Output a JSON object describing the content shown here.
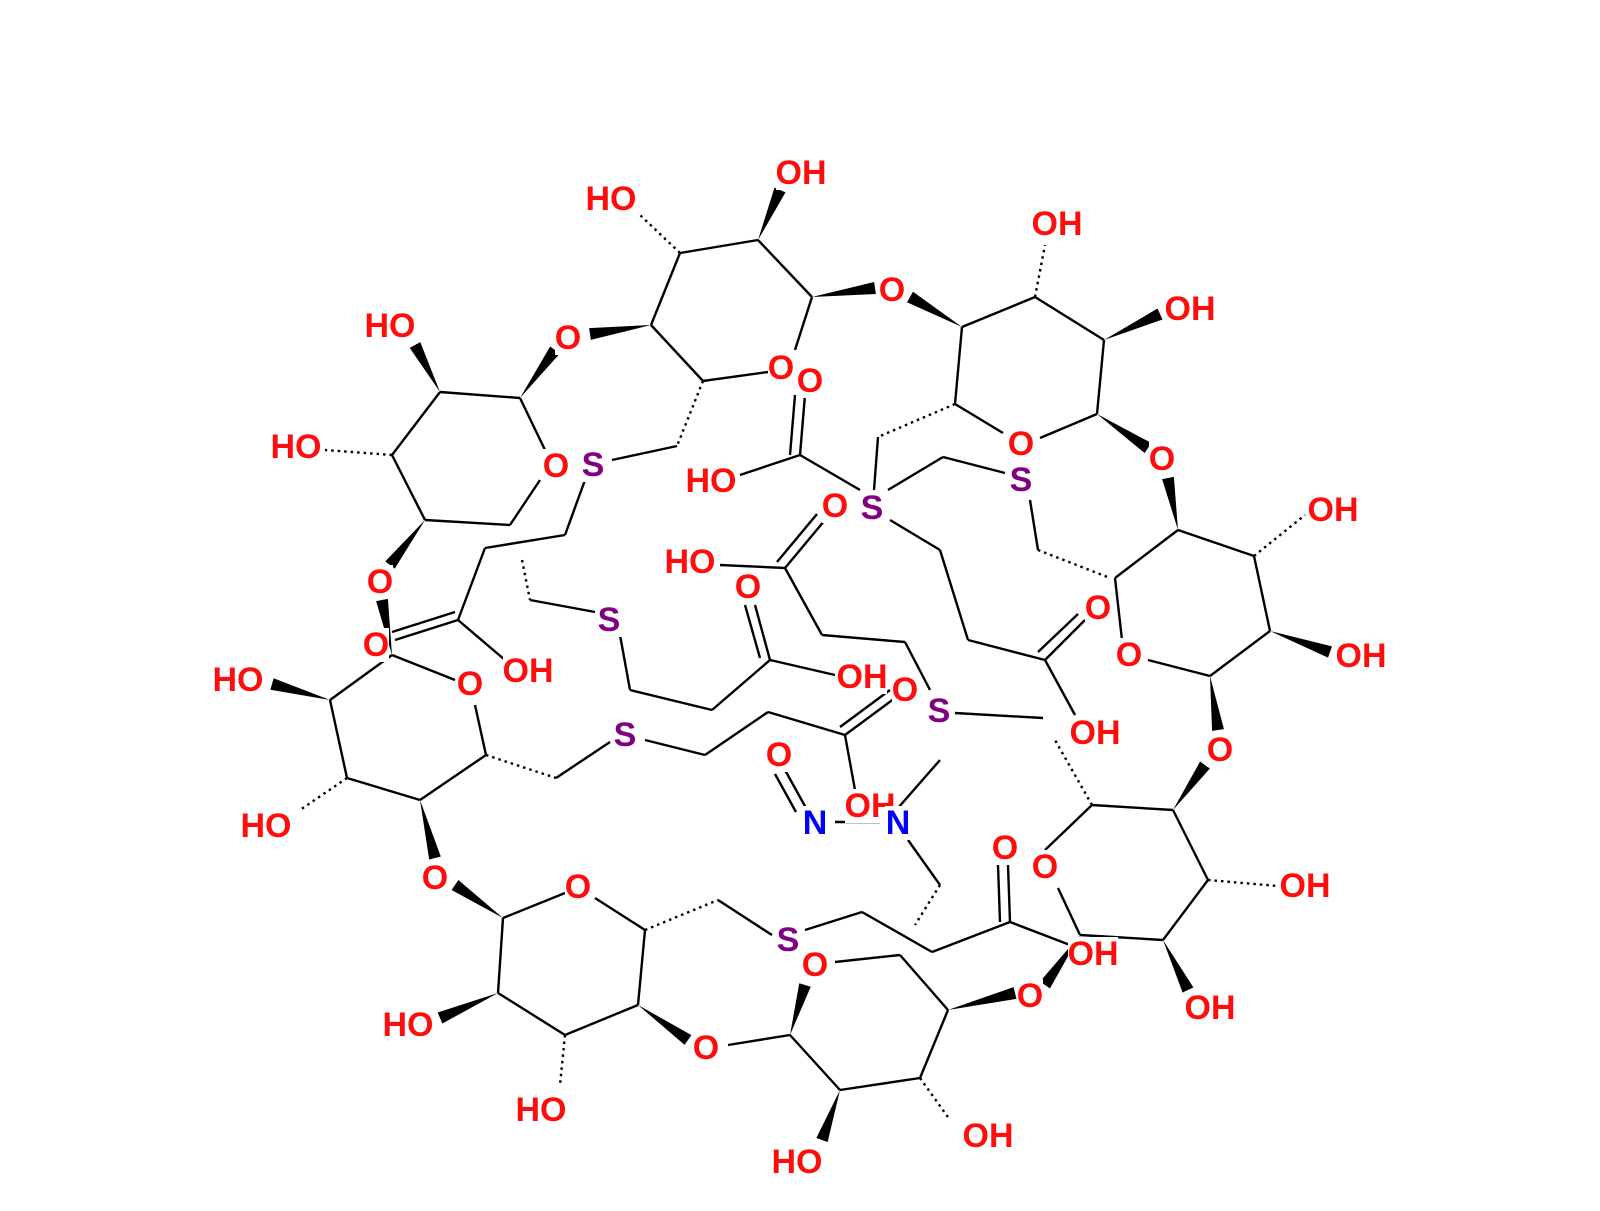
{
  "molecule": {
    "labels": {
      "OH": "OH",
      "HO": "HO",
      "O": "O",
      "S": "S",
      "N": "N"
    },
    "colors": {
      "oxygen": "#ff0d0d",
      "sulfur": "#800080",
      "nitrogen": "#0000ff",
      "bond": "#000000"
    }
  }
}
